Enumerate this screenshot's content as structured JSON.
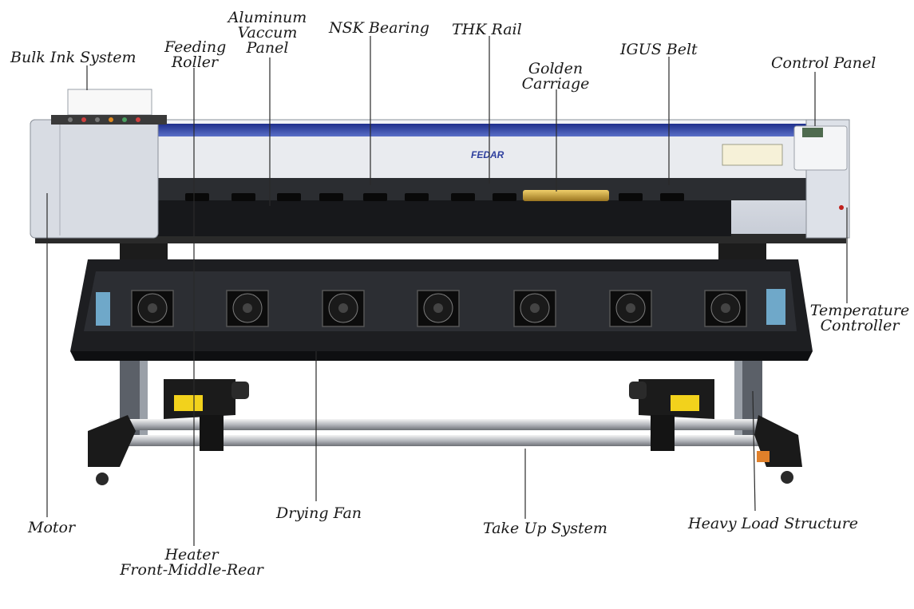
{
  "brand": {
    "logo_text": "FEDAR",
    "accent_color": "#2e3f9e",
    "carriage_color": "#c9a132"
  },
  "labels": {
    "bulk_ink_system": "Bulk Ink System",
    "feeding_roller": [
      "Feeding",
      "Roller"
    ],
    "aluminum_vaccum_panel": [
      "Aluminum",
      "Vaccum",
      "Panel"
    ],
    "nsk_bearing": "NSK Bearing",
    "thk_rail": "THK Rail",
    "golden_carriage": [
      "Golden",
      "Carriage"
    ],
    "igus_belt": "IGUS Belt",
    "control_panel": "Control Panel",
    "temperature_controller": [
      "Temperature",
      "Controller"
    ],
    "motor": "Motor",
    "heater": [
      "Heater",
      "Front-Middle-Rear"
    ],
    "drying_fan": "Drying Fan",
    "take_up_system": "Take Up System",
    "heavy_load_structure": "Heavy Load Structure"
  },
  "drying_fans": 7
}
